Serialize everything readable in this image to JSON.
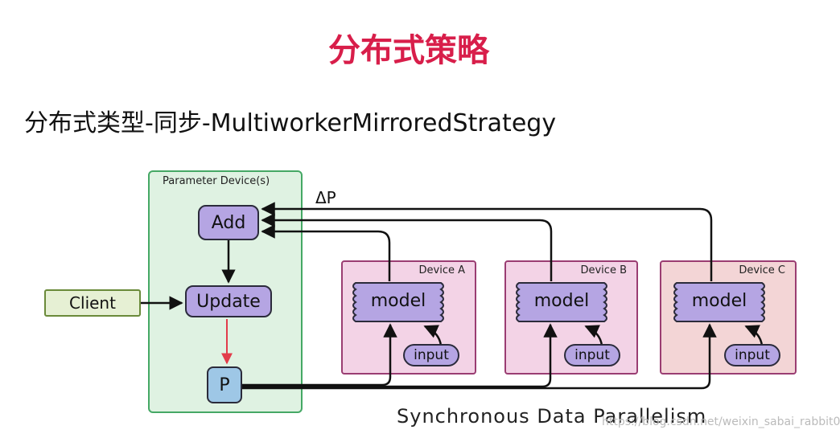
{
  "title": "分布式策略",
  "subtitle": "分布式类型-同步-MultiworkerMirroredStrategy",
  "diagram": {
    "parameter_box_label": "Parameter Device(s)",
    "add_label": "Add",
    "update_label": "Update",
    "p_label": "P",
    "client_label": "Client",
    "delta_label": "ΔP",
    "devices": [
      {
        "label": "Device A",
        "model": "model",
        "input": "input"
      },
      {
        "label": "Device B",
        "model": "model",
        "input": "input"
      },
      {
        "label": "Device C",
        "model": "model",
        "input": "input"
      }
    ],
    "caption": "Synchronous Data Parallelism"
  },
  "watermark": "https://blog.csdn.net/weixin_sabai_rabbit0",
  "colors": {
    "title": "#d81e4a",
    "parameter_box": "#dff2e2",
    "device_box": "#f3d3e6",
    "device_c_box": "#f3d5d6",
    "node_purple": "#b5a5e3",
    "node_p": "#9ec7e6",
    "client": "#e6f0d4",
    "update_to_p_arrow": "#e23c4a"
  }
}
